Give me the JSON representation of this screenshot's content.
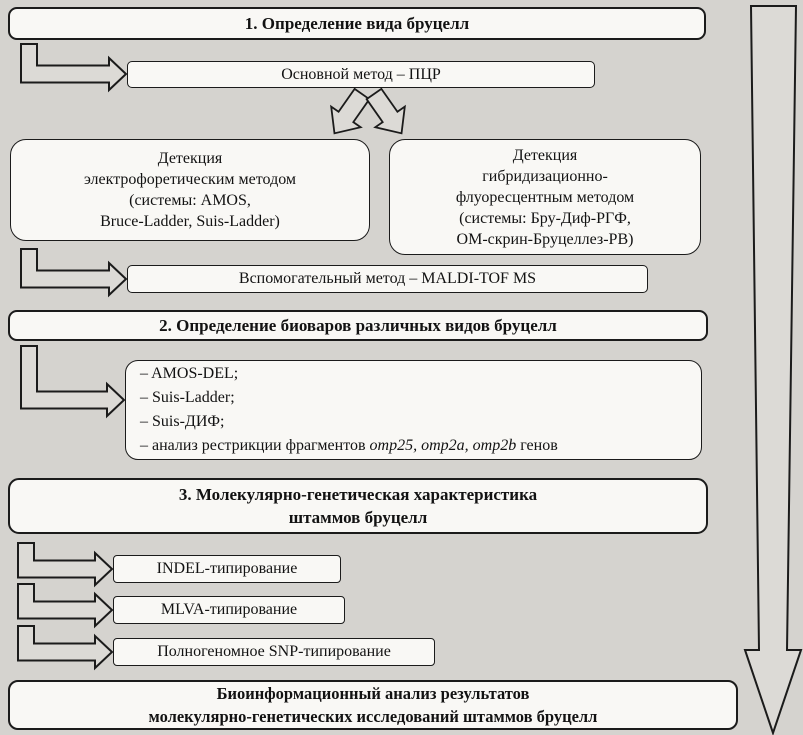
{
  "colors": {
    "background": "#d5d3cf",
    "box_fill": "#f9f8f5",
    "border": "#1b1b1b"
  },
  "step1": {
    "title": "1.  Определение вида бруцелл"
  },
  "pcr": {
    "label": "Основной метод – ПЦР"
  },
  "detection_left": {
    "lines": [
      "Детекция",
      "электрофоретическим методом",
      "(системы: AMOS,",
      "Bruce-Ladder, Suis-Ladder)"
    ]
  },
  "detection_right": {
    "lines": [
      "Детекция",
      "гибридизационно-",
      "флуоресцентным методом",
      "(системы: Бру-Диф-РГФ,",
      "ОМ-скрин-Бруцеллез-РВ)"
    ]
  },
  "maldi": {
    "label": "Вспомогательный метод – MALDI-TOF MS"
  },
  "step2": {
    "title": "2. Определение биоваров различных видов бруцелл"
  },
  "biovar_methods": {
    "items": [
      "– AMOS-DEL;",
      "– Suis-Ladder;",
      "– Suis-ДИФ;"
    ],
    "restriction_prefix": "– анализ рестрикции фрагментов ",
    "restriction_genes": "omp25, omp2a, omp2b",
    "restriction_suffix": " генов"
  },
  "step3": {
    "line1": "3. Молекулярно-генетическая характеристика",
    "line2": "штаммов бруцелл"
  },
  "typing": {
    "indel": "INDEL-типирование",
    "mlva": "MLVA-типирование",
    "snp": "Полногеномное SNP-типирование"
  },
  "bioinformatics": {
    "line1": "Биоинформационный анализ результатов",
    "line2": "молекулярно-генетических исследований штаммов бруцелл"
  }
}
